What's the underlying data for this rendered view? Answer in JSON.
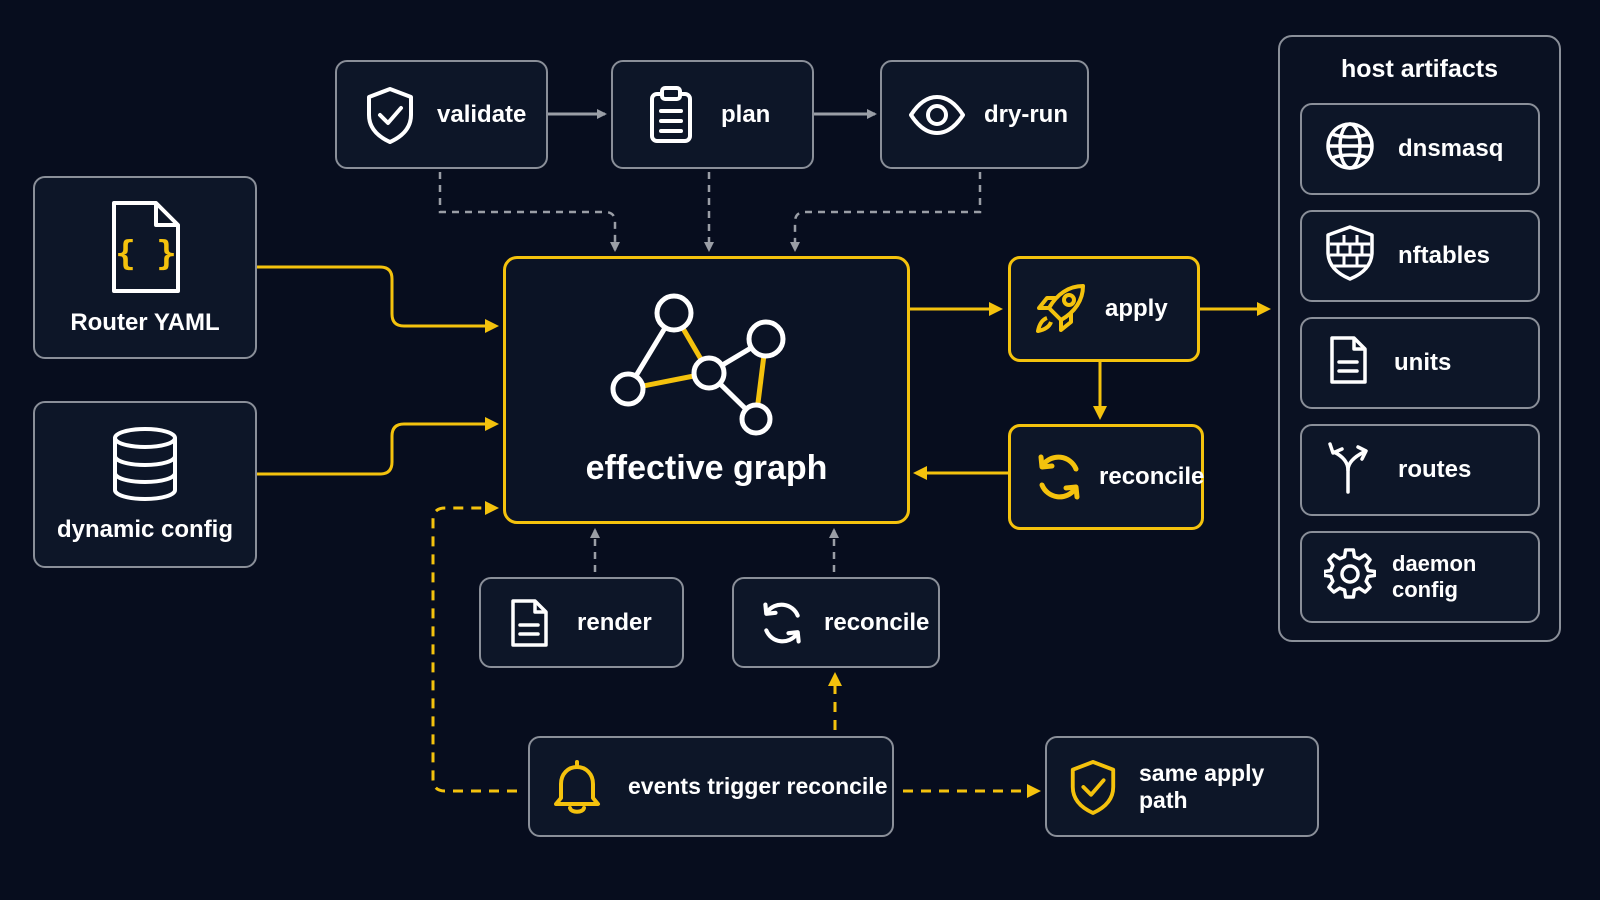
{
  "colors": {
    "background": "#070d1e",
    "box_border": "#8a8f99",
    "accent": "#f4c20d",
    "dashed_gray": "#8a8f99"
  },
  "pipeline": {
    "validate": {
      "label": "validate",
      "icon": "shield-check-icon"
    },
    "plan": {
      "label": "plan",
      "icon": "clipboard-list-icon"
    },
    "dry_run": {
      "label": "dry-run",
      "icon": "eye-icon"
    }
  },
  "sources": {
    "router_yaml": {
      "label": "Router YAML",
      "icon": "json-file-icon"
    },
    "dynamic_config": {
      "label": "dynamic config",
      "icon": "database-icon"
    }
  },
  "center": {
    "label": "effective graph",
    "icon": "graph-network-icon"
  },
  "apply": {
    "label": "apply",
    "icon": "rocket-icon"
  },
  "reconcile_right": {
    "label": "reconcile",
    "icon": "sync-icon"
  },
  "render": {
    "label": "render",
    "icon": "document-icon"
  },
  "reconcile_bottom": {
    "label": "reconcile",
    "icon": "sync-icon"
  },
  "events": {
    "label": "events trigger reconcile",
    "icon": "bell-icon"
  },
  "same_apply": {
    "label": "same apply path",
    "icon": "shield-check-icon"
  },
  "host_artifacts": {
    "title": "host artifacts",
    "items": [
      {
        "label": "dnsmasq",
        "icon": "globe-icon"
      },
      {
        "label": "nftables",
        "icon": "firewall-shield-icon"
      },
      {
        "label": "units",
        "icon": "document-icon"
      },
      {
        "label": "routes",
        "icon": "route-split-icon"
      },
      {
        "label": "daemon config",
        "icon": "gear-icon"
      }
    ]
  }
}
